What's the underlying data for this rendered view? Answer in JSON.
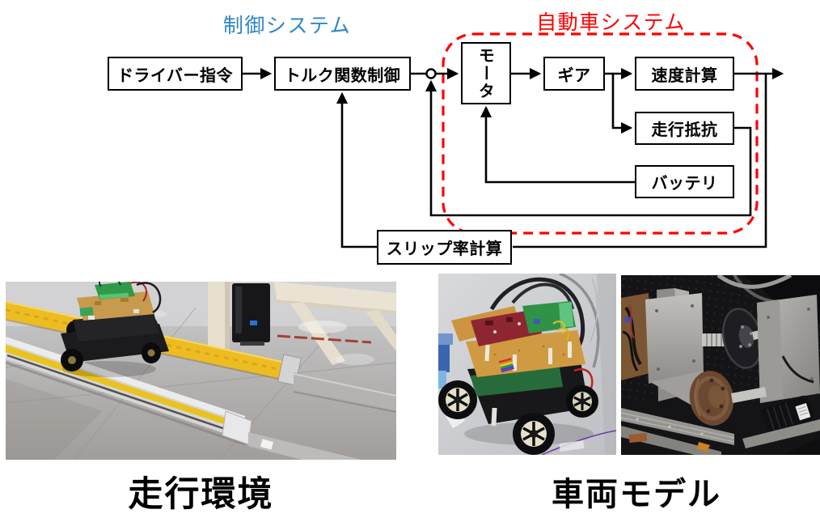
{
  "diagram": {
    "titles": {
      "control_system": {
        "label": "制御システム",
        "color": "#2E86C8"
      },
      "automobile_system": {
        "label": "自動車システム",
        "color": "#FF0000"
      }
    },
    "blocks": {
      "driver_command": {
        "label": "ドライバー指令"
      },
      "torque_function_control": {
        "label": "トルク関数制御"
      },
      "motor": {
        "label": "モータ",
        "orientation": "vertical"
      },
      "gear": {
        "label": "ギア"
      },
      "speed_calculation": {
        "label": "速度計算"
      },
      "running_resistance": {
        "label": "走行抵抗"
      },
      "battery": {
        "label": "バッテリ"
      },
      "slip_ratio_calculation": {
        "label": "スリップ率計算"
      }
    },
    "colors": {
      "line": "#000000",
      "box_border": "#000000",
      "box_fill": "#ffffff",
      "dashed_boundary": "#FF0000"
    }
  },
  "photos": {
    "driving_environment": {
      "caption": "走行環境"
    },
    "vehicle_model": {
      "caption": "車両モデル"
    }
  }
}
